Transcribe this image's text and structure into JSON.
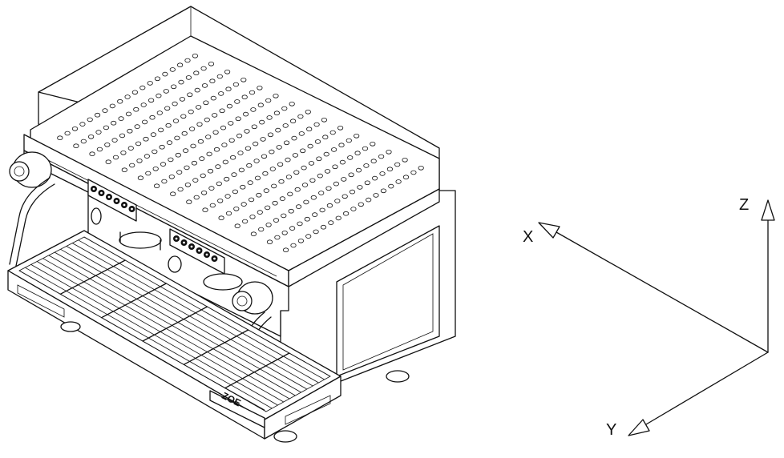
{
  "axes": {
    "x_label": "X",
    "y_label": "Y",
    "z_label": "Z"
  },
  "logo": {
    "text": "ZOE"
  }
}
